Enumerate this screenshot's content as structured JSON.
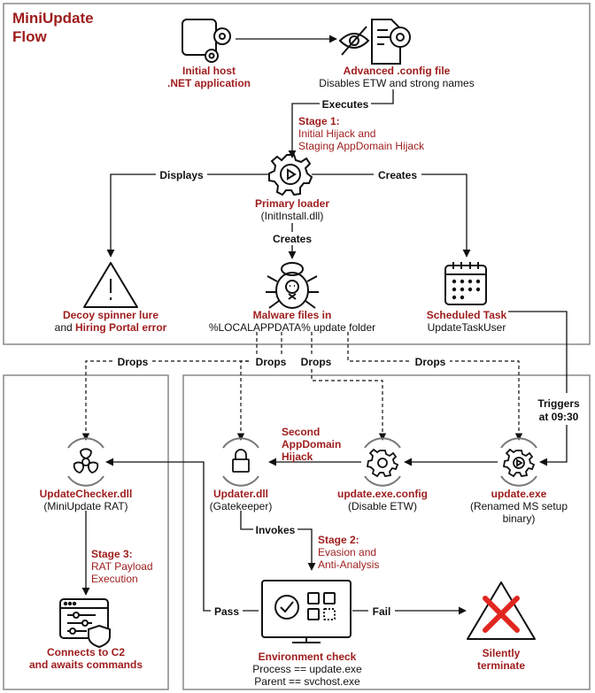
{
  "title": {
    "line1": "MiniUpdate",
    "line2": "Flow"
  },
  "colors": {
    "accent": "#9e1c1c",
    "frame": "#888888",
    "arrow": "#111111",
    "fail_mark": "#e0271f"
  },
  "nodes": {
    "initial_host": {
      "line1": "Initial host",
      "line2": ".NET application",
      "icon": "app-gear-icon"
    },
    "config_file": {
      "line1": "Advanced .config file",
      "line2": "Disables ETW and strong names",
      "icon": "document-gear-icon"
    },
    "primary_loader": {
      "line1": "Primary loader",
      "line2": "(InitInstall.dll)",
      "icon": "play-gear-icon"
    },
    "decoy": {
      "line1": "Decoy spinner lure",
      "line2_a": "and ",
      "line2_b": "Hiring Portal error",
      "icon": "warning-icon"
    },
    "malware_files": {
      "line1": "Malware files in",
      "line2": "%LOCALAPPDATA% update folder",
      "icon": "malware-bug-icon"
    },
    "scheduled_task": {
      "line1": "Scheduled Task",
      "line2": "UpdateTaskUser",
      "icon": "calendar-icon"
    },
    "update_checker": {
      "line1": "UpdateChecker.dll",
      "line2": "(MiniUpdate RAT)",
      "icon": "biohazard-icon"
    },
    "updater": {
      "line1": "Updater.dll",
      "line2": "(Gatekeeper)",
      "icon": "lock-icon"
    },
    "update_config": {
      "line1": "update.exe.config",
      "line2": "(Disable ETW)",
      "icon": "gear-icon"
    },
    "update_exe": {
      "line1": "update.exe",
      "line2": "(Renamed MS setup",
      "line3": "binary)",
      "icon": "play-gear-icon"
    },
    "c2": {
      "line1": "Connects to C2",
      "line2": "and awaits commands",
      "icon": "window-shield-icon"
    },
    "env_check": {
      "line1": "Environment check",
      "line2": "Process == update.exe",
      "line3": "Parent == svchost.exe",
      "icon": "monitor-check-icon"
    },
    "terminate": {
      "line1": "Silently",
      "line2": "terminate",
      "icon": "warning-cross-icon"
    }
  },
  "labels": {
    "executes": "Executes",
    "stage1": [
      "Stage 1:",
      "Initial Hijack and",
      "Staging AppDomain Hijack"
    ],
    "displays": "Displays",
    "creates_task": "Creates",
    "creates_files": "Creates",
    "drops": [
      "Drops",
      "Drops",
      "Drops",
      "Drops"
    ],
    "triggers": [
      "Triggers",
      "at 09:30"
    ],
    "second_hijack": [
      "Second",
      "AppDomain",
      "Hijack"
    ],
    "invokes": "Invokes",
    "stage2": [
      "Stage 2:",
      "Evasion and",
      "Anti-Analysis"
    ],
    "stage3": [
      "Stage 3:",
      "RAT Payload",
      "Execution"
    ],
    "pass": "Pass",
    "fail": "Fail"
  }
}
